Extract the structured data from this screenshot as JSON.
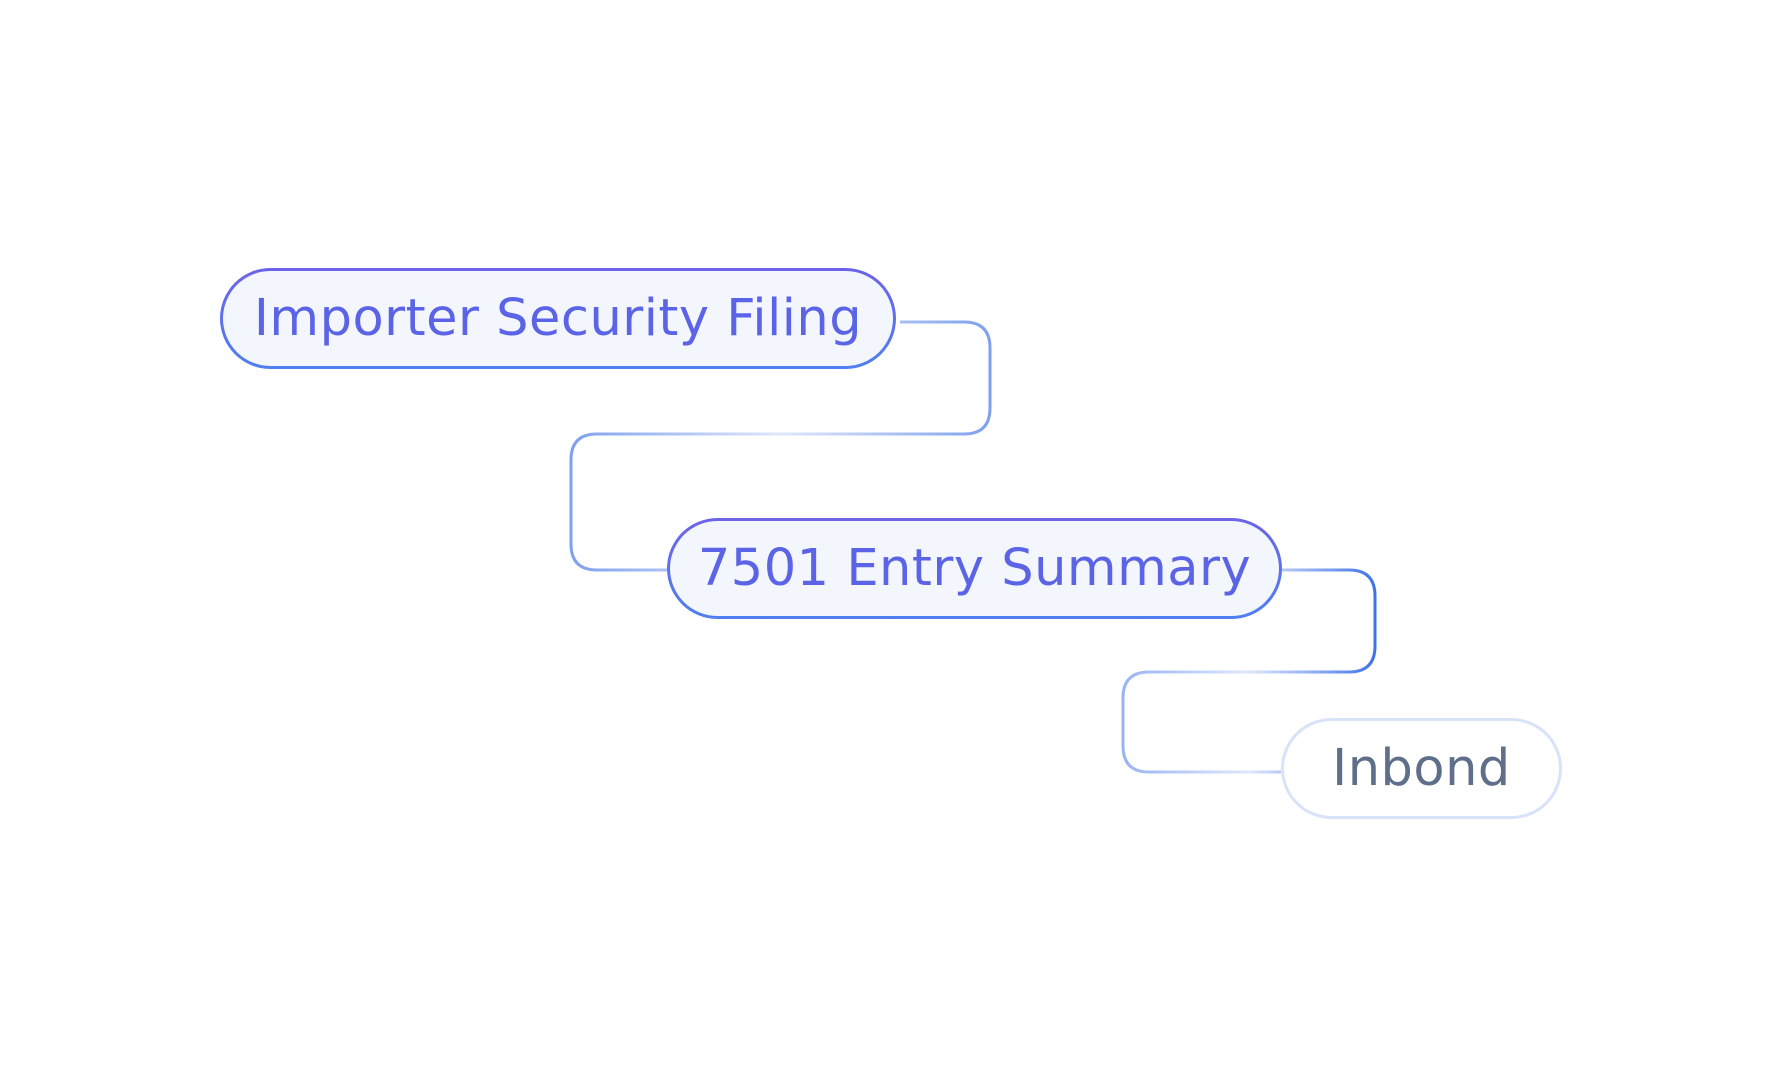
{
  "diagram": {
    "nodes": [
      {
        "id": "isf",
        "label": "Importer Security Filing",
        "state": "active"
      },
      {
        "id": "7501",
        "label": "7501 Entry Summary",
        "state": "active"
      },
      {
        "id": "inbond",
        "label": "Inbond",
        "state": "muted"
      }
    ],
    "edges": [
      {
        "from": "isf",
        "to": "7501"
      },
      {
        "from": "7501",
        "to": "inbond"
      }
    ],
    "colors": {
      "active_border": "#5b63e6",
      "active_fill": "#f3f6fd",
      "muted_border": "#d8e3fa",
      "muted_text": "#5f6f8a",
      "connector": "#4f7ff0"
    }
  }
}
